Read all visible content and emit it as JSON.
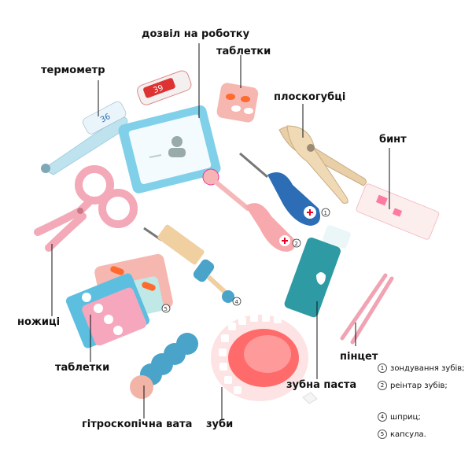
{
  "labels": {
    "work_permit": "дозвіл на роботку",
    "thermometer": "термометр",
    "pills_top": "таблетки",
    "pliers": "плоскогубці",
    "bandage": "бинт",
    "scissors": "ножиці",
    "pills_bottom": "таблетки",
    "tweezers": "пінцет",
    "toothpaste": "зубна паста",
    "cotton": "гітроскопічна вата",
    "teeth": "зуби"
  },
  "legend": [
    {
      "num": "1",
      "text": "зондування зубів;"
    },
    {
      "num": "2",
      "text": "реінтар зубів;"
    },
    {
      "num": "4",
      "text": "шприц;"
    },
    {
      "num": "5",
      "text": "капсула."
    }
  ],
  "device_text": {
    "thermometer_display": "36",
    "thermometer_display_2": "39"
  },
  "item_markers": {
    "probe": "1",
    "mirror": "2",
    "syringe": "4",
    "capsule": "5"
  }
}
